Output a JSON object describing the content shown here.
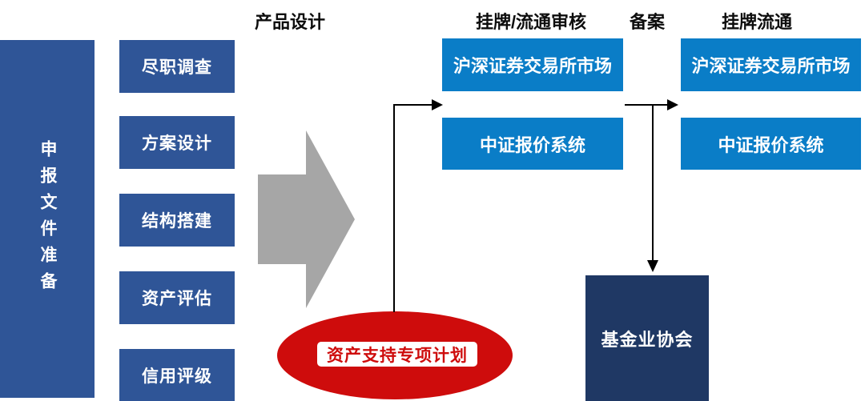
{
  "stage_headers": [
    {
      "label": "产品设计"
    },
    {
      "label": "挂牌/流通审核"
    },
    {
      "label": "备案"
    },
    {
      "label": "挂牌流通"
    }
  ],
  "left_panel": {
    "label": "申报文件准备"
  },
  "preparation_steps": [
    {
      "label": "尽职调查"
    },
    {
      "label": "方案设计"
    },
    {
      "label": "结构搭建"
    },
    {
      "label": "资产评估"
    },
    {
      "label": "信用评级"
    }
  ],
  "review_stage": {
    "exchange_market": "沪深证券交易所市场",
    "quotation_system": "中证报价系统"
  },
  "listing_stage": {
    "exchange_market": "沪深证券交易所市场",
    "quotation_system": "中证报价系统"
  },
  "plan": {
    "label": "资产支持专项计划"
  },
  "association": {
    "label": "基金业协会"
  },
  "colors": {
    "step_blue": "#2F5597",
    "market_blue": "#0A7DC7",
    "association_navy": "#1F3864",
    "arrow_gray": "#A6A6A6",
    "plan_red": "#CE0C0C",
    "connector_black": "#000000",
    "header_text": "#0D0D0D",
    "box_text": "#FFFFFF"
  }
}
